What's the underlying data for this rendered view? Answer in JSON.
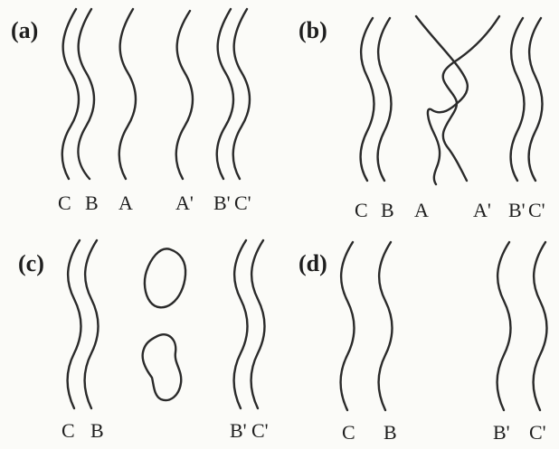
{
  "panels": [
    {
      "label": "(a)",
      "strand_labels": [
        "C",
        "B",
        "A",
        "A'",
        "B'",
        "C'"
      ]
    },
    {
      "label": "(b)",
      "strand_labels": [
        "C",
        "B",
        "A",
        "A'",
        "B'",
        "C'"
      ]
    },
    {
      "label": "(c)",
      "strand_labels": [
        "C",
        "B",
        "B'",
        "C'"
      ]
    },
    {
      "label": "(d)",
      "strand_labels": [
        "C",
        "B",
        "B'",
        "C'"
      ]
    }
  ]
}
